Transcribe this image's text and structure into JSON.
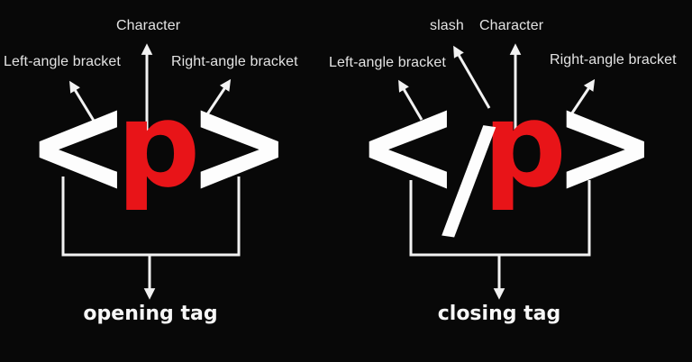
{
  "colors": {
    "bg": "#080808",
    "label": "#e3e3e3",
    "caption": "#f7f7f7",
    "arrow": "#f2f2f2",
    "glyph_white": "#fdfdfd",
    "glyph_red": "#e81418"
  },
  "opening": {
    "labels": {
      "character": "Character",
      "left_angle": "Left-angle bracket",
      "right_angle": "Right-angle bracket"
    },
    "glyph": {
      "open": "<",
      "char": "p",
      "close": ">"
    },
    "caption": "opening tag"
  },
  "closing": {
    "labels": {
      "slash": "slash",
      "character": "Character",
      "left_angle": "Left-angle bracket",
      "right_angle": "Right-angle bracket"
    },
    "glyph": {
      "open": "<",
      "slash": "/",
      "char": "p",
      "close": ">"
    },
    "caption": "closing tag"
  }
}
